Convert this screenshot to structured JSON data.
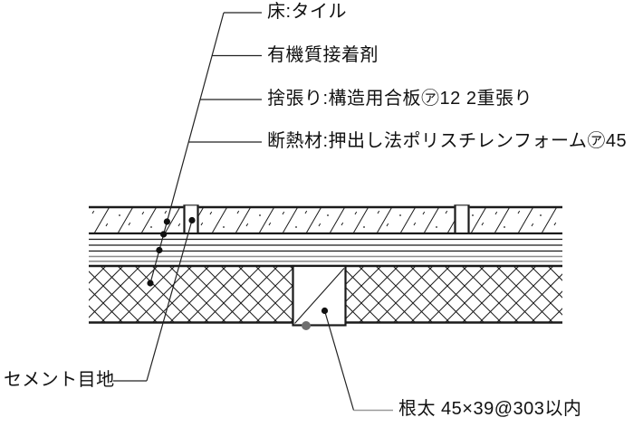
{
  "diagram_type": "floor-construction-detail-section",
  "labels": {
    "floor_tile": "床:タイル",
    "adhesive": "有機質接着剤",
    "subfloor": "捨張り:構造用合板㋐12 2重張り",
    "insulation": "断熱材:押出し法ポリスチレンフォーム㋐45",
    "cement_joint": "セメント目地",
    "joist": "根太 45×39@303以内"
  },
  "colors": {
    "line": "#1a1a1a",
    "leader": "#222222",
    "gray_line": "#8c8c8c",
    "gray_leader": "#9a9a9a",
    "gray_dot": "#6f6f6f",
    "background": "#ffffff"
  }
}
